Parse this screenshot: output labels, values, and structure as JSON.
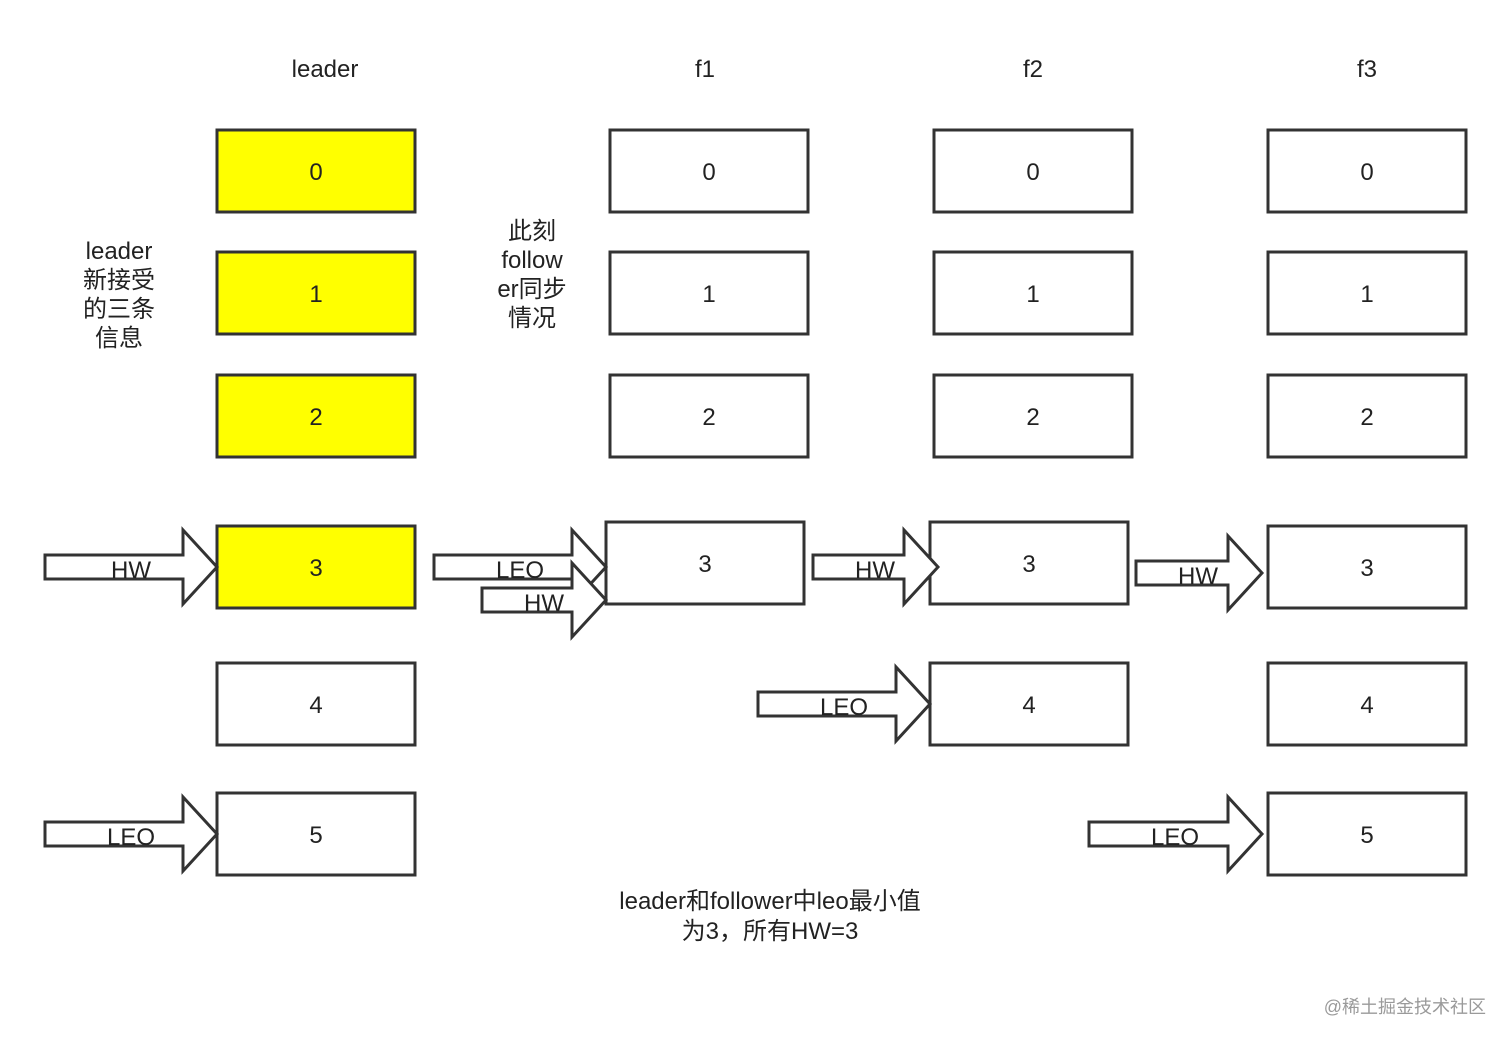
{
  "columns": [
    {
      "id": "leader",
      "title": "leader",
      "cells": [
        "0",
        "1",
        "2",
        "3",
        "4",
        "5"
      ],
      "highlighted": [
        0,
        1,
        2,
        3
      ]
    },
    {
      "id": "f1",
      "title": "f1",
      "cells": [
        "0",
        "1",
        "2",
        "3"
      ],
      "highlighted": []
    },
    {
      "id": "f2",
      "title": "f2",
      "cells": [
        "0",
        "1",
        "2",
        "3",
        "4"
      ],
      "highlighted": []
    },
    {
      "id": "f3",
      "title": "f3",
      "cells": [
        "0",
        "1",
        "2",
        "3",
        "4",
        "5"
      ],
      "highlighted": []
    }
  ],
  "markers": [
    {
      "column": "leader",
      "cell": 3,
      "label": "HW"
    },
    {
      "column": "leader",
      "cell": 5,
      "label": "LEO"
    },
    {
      "column": "f1",
      "cell": 3,
      "label": "LEO"
    },
    {
      "column": "f1",
      "cell": 3,
      "label": "HW"
    },
    {
      "column": "f2",
      "cell": 3,
      "label": "HW"
    },
    {
      "column": "f2",
      "cell": 4,
      "label": "LEO"
    },
    {
      "column": "f3",
      "cell": 3,
      "label": "HW"
    },
    {
      "column": "f3",
      "cell": 5,
      "label": "LEO"
    }
  ],
  "notes": {
    "leader_new": [
      "leader",
      "新接受",
      "的三条",
      "信息"
    ],
    "follower_sync": [
      "此刻",
      "follow",
      "er同步",
      "情况"
    ],
    "summary": [
      "leader和follower中leo最小值",
      "为3，所有HW=3"
    ]
  },
  "watermark": "@稀土掘金技术社区",
  "colors": {
    "highlight": "#ffff00",
    "stroke": "#333333",
    "background": "#ffffff"
  }
}
